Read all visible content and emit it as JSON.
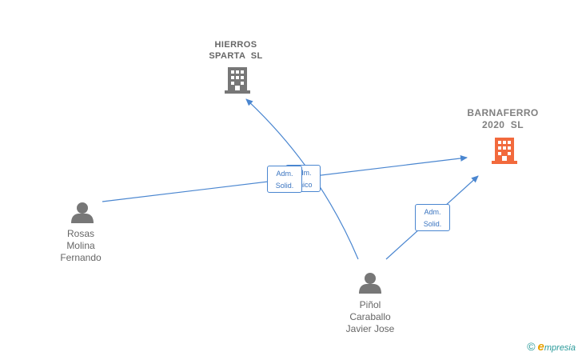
{
  "nodes": {
    "hierros": {
      "line1": "HIERROS",
      "line2": "SPARTA  SL"
    },
    "barnaferro": {
      "line1": "BARNAFERRO",
      "line2": "2020  SL"
    },
    "rosas": {
      "line1": "Rosas",
      "line2": "Molina",
      "line3": "Fernando"
    },
    "pinol": {
      "line1": "Piñol",
      "line2": "Caraballo",
      "line3": "Javier Jose"
    }
  },
  "edge_labels": {
    "back": {
      "line1": "Adm.",
      "line2": "Unico"
    },
    "front": {
      "line1": "Adm.",
      "line2": "Solid."
    },
    "right": {
      "line1": "Adm.",
      "line2": "Solid."
    }
  },
  "colors": {
    "edge": "#4a86d0",
    "person": "#777777",
    "company": "#777777",
    "company_highlight": "#f26a3d"
  },
  "brand": {
    "copyright": "©",
    "e": "e",
    "rest": "mpresia"
  }
}
